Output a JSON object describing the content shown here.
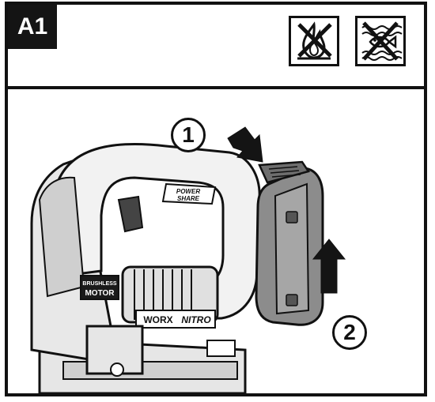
{
  "step": {
    "label": "A1"
  },
  "icons": {
    "no_fire": "no-fire-icon",
    "no_water": "no-water-icon"
  },
  "tool": {
    "brand": "WORX",
    "model": "NITRO",
    "badge_top": "BRUSHLESS",
    "badge_bottom": "MOTOR",
    "feature_top": "POWER",
    "feature_bottom": "SHARE"
  },
  "callouts": {
    "one": "1",
    "two": "2"
  },
  "colors": {
    "ink": "#111111",
    "battery": "#8c8c8c",
    "body_shade": "#d9d9d9"
  }
}
